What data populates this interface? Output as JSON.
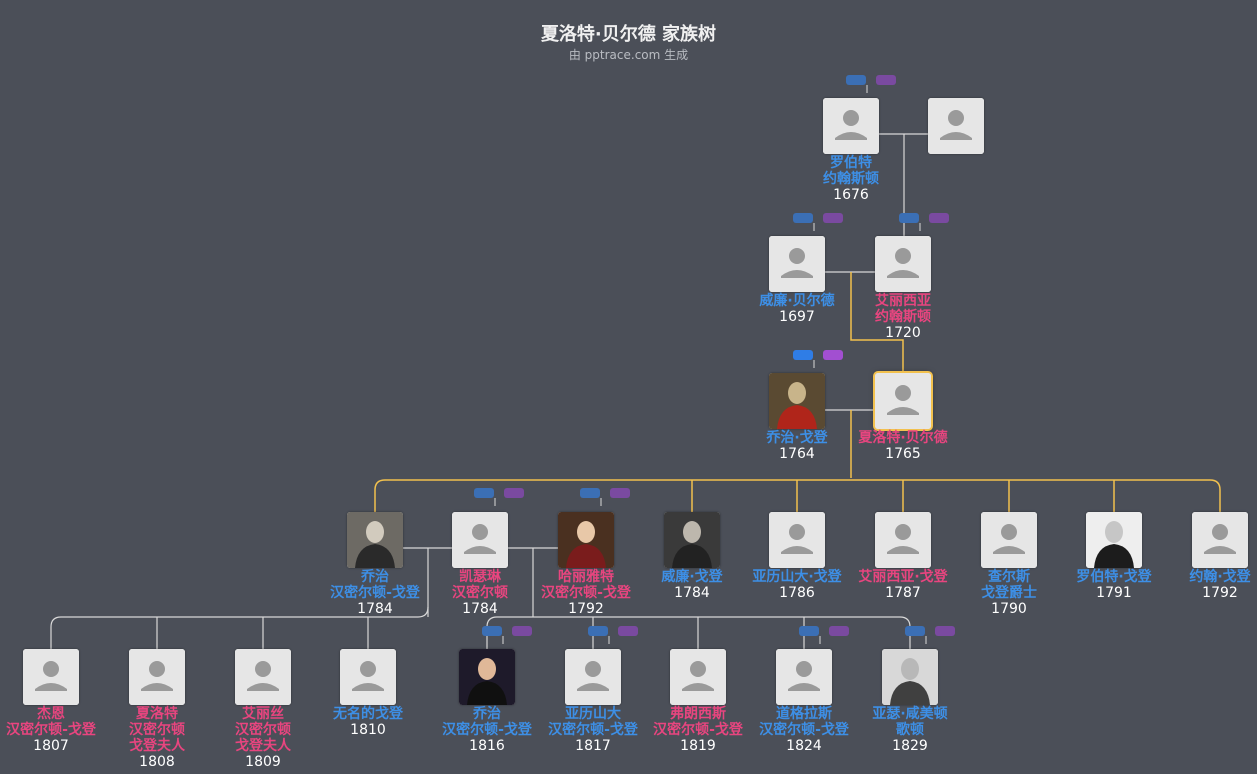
{
  "header": {
    "title": "夏洛特·贝尔德 家族树",
    "subtitle": "由 pptrace.com 生成"
  },
  "colors": {
    "background": "#4b4f58",
    "male": "#3d8fe6",
    "female": "#e8457f",
    "highlight_line": "#f2c14e",
    "line": "#d8d8d8"
  },
  "people": [
    {
      "id": "p1",
      "lines": [
        "罗伯特",
        "约翰斯顿"
      ],
      "year": "1676",
      "sex": "m",
      "photo": false
    },
    {
      "id": "p2",
      "lines": [],
      "year": "",
      "sex": "f",
      "photo": false
    },
    {
      "id": "p3",
      "lines": [
        "威廉·贝尔德"
      ],
      "year": "1697",
      "sex": "m",
      "photo": false
    },
    {
      "id": "p4",
      "lines": [
        "艾丽西亚",
        "约翰斯顿"
      ],
      "year": "1720",
      "sex": "f",
      "photo": false
    },
    {
      "id": "p5",
      "lines": [
        "乔治·戈登"
      ],
      "year": "1764",
      "sex": "m",
      "photo": true
    },
    {
      "id": "p6",
      "lines": [
        "夏洛特·贝尔德"
      ],
      "year": "1765",
      "sex": "f",
      "photo": false,
      "selected": true
    },
    {
      "id": "p7",
      "lines": [
        "乔治",
        "汉密尔顿-戈登"
      ],
      "year": "1784",
      "sex": "m",
      "photo": true
    },
    {
      "id": "p8",
      "lines": [
        "凯瑟琳",
        "汉密尔顿"
      ],
      "year": "1784",
      "sex": "f",
      "photo": false
    },
    {
      "id": "p9",
      "lines": [
        "哈丽雅特",
        "汉密尔顿-戈登"
      ],
      "year": "1792",
      "sex": "f",
      "photo": true
    },
    {
      "id": "p10",
      "lines": [
        "威廉·戈登"
      ],
      "year": "1784",
      "sex": "m",
      "photo": true
    },
    {
      "id": "p11",
      "lines": [
        "亚历山大·戈登"
      ],
      "year": "1786",
      "sex": "m",
      "photo": false
    },
    {
      "id": "p12",
      "lines": [
        "艾丽西亚·戈登"
      ],
      "year": "1787",
      "sex": "f",
      "photo": false
    },
    {
      "id": "p13",
      "lines": [
        "查尔斯",
        "戈登爵士"
      ],
      "year": "1790",
      "sex": "m",
      "photo": false
    },
    {
      "id": "p14",
      "lines": [
        "罗伯特·戈登"
      ],
      "year": "1791",
      "sex": "m",
      "photo": true
    },
    {
      "id": "p15",
      "lines": [
        "约翰·戈登"
      ],
      "year": "1792",
      "sex": "m",
      "photo": false
    },
    {
      "id": "p16",
      "lines": [
        "杰恩",
        "汉密尔顿-戈登"
      ],
      "year": "1807",
      "sex": "f",
      "photo": false
    },
    {
      "id": "p17",
      "lines": [
        "夏洛特",
        "汉密尔顿",
        "戈登夫人"
      ],
      "year": "1808",
      "sex": "f",
      "photo": false
    },
    {
      "id": "p18",
      "lines": [
        "艾丽丝",
        "汉密尔顿",
        "戈登夫人"
      ],
      "year": "1809",
      "sex": "f",
      "photo": false
    },
    {
      "id": "p19",
      "lines": [
        "无名的戈登"
      ],
      "year": "1810",
      "sex": "m",
      "photo": false
    },
    {
      "id": "p20",
      "lines": [
        "乔治",
        "汉密尔顿-戈登"
      ],
      "year": "1816",
      "sex": "m",
      "photo": true
    },
    {
      "id": "p21",
      "lines": [
        "亚历山大",
        "汉密尔顿-戈登"
      ],
      "year": "1817",
      "sex": "m",
      "photo": false
    },
    {
      "id": "p22",
      "lines": [
        "弗朗西斯",
        "汉密尔顿-戈登"
      ],
      "year": "1819",
      "sex": "f",
      "photo": false
    },
    {
      "id": "p23",
      "lines": [
        "道格拉斯",
        "汉密尔顿-戈登"
      ],
      "year": "1824",
      "sex": "m",
      "photo": false
    },
    {
      "id": "p24",
      "lines": [
        "亚瑟·咸美顿",
        "歌顿"
      ],
      "year": "1829",
      "sex": "m",
      "photo": true
    }
  ]
}
